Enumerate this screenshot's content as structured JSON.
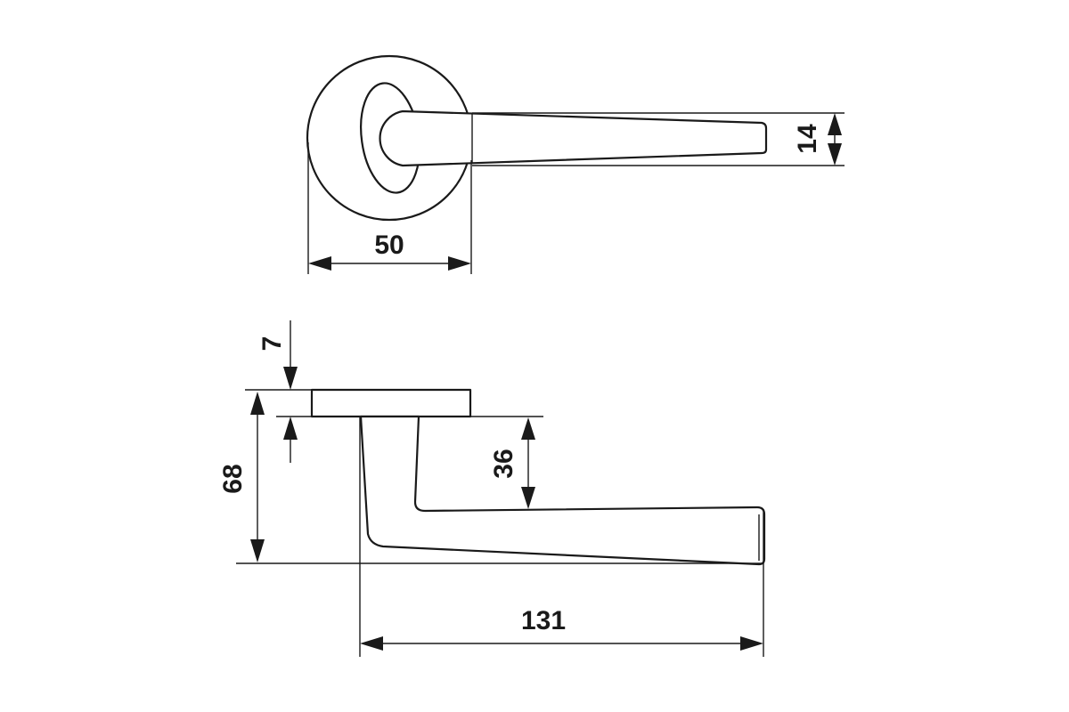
{
  "drawing": {
    "views": [
      "top-view",
      "side-view"
    ],
    "dimensions": {
      "rose_diameter": "50",
      "lever_width": "14",
      "rose_thickness": "7",
      "projection": "68",
      "lever_drop": "36",
      "lever_length": "131"
    }
  }
}
